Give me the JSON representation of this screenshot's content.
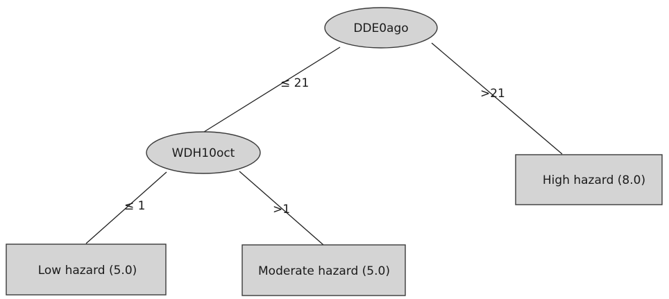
{
  "diagram": {
    "root": {
      "label": "DDE0ago"
    },
    "split_node": {
      "label": "WDH10oct"
    },
    "leaves": {
      "low": "Low hazard (5.0)",
      "moderate": "Moderate hazard (5.0)",
      "high": "High hazard (8.0)"
    },
    "edges": {
      "root_left": "≤ 21",
      "root_right": ">21",
      "split_left": "≤ 1",
      "split_right": ">1"
    },
    "colors": {
      "node_fill": "#d4d4d4",
      "node_stroke": "#3a3a3a",
      "edge": "#1f1f1f",
      "text": "#1a1a1a"
    }
  }
}
